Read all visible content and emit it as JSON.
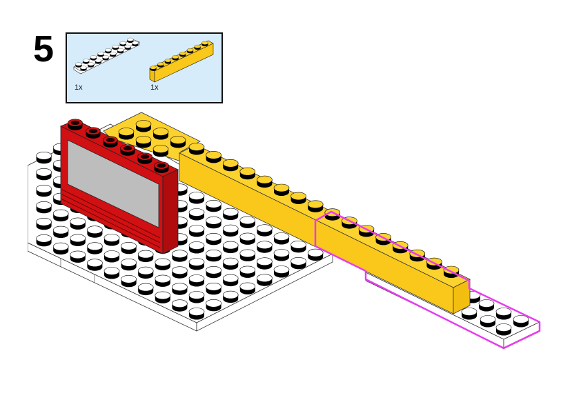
{
  "step": {
    "number": "5"
  },
  "parts": [
    {
      "qty": "1x",
      "icon": "white-plate-2x8-icon",
      "color": "#ffffff"
    },
    {
      "qty": "1x",
      "icon": "yellow-brick-1x8-icon",
      "color": "#fcd22e"
    }
  ],
  "colors": {
    "parts_box_bg": "#d6ecfb",
    "wall": "#d01012",
    "glass": "#bdbdbd",
    "brick": "#fcd22e",
    "plate": "#ffffff",
    "highlight": "#e83cf0"
  }
}
